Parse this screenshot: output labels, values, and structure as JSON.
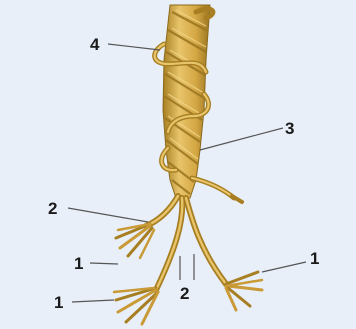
{
  "diagram": {
    "callouts": [
      {
        "id": "c4",
        "label": "4"
      },
      {
        "id": "c3",
        "label": "3"
      },
      {
        "id": "c2a",
        "label": "2"
      },
      {
        "id": "c1a",
        "label": "1"
      },
      {
        "id": "c1b",
        "label": "1"
      },
      {
        "id": "c2b",
        "label": "2"
      },
      {
        "id": "c1c",
        "label": "1"
      }
    ],
    "colors": {
      "background": "#e8eff8",
      "strand_light": "#e8c46a",
      "strand_mid": "#d4a744",
      "strand_dark": "#a77f22",
      "leader_line": "#555555",
      "label": "#1a1a1a"
    }
  }
}
